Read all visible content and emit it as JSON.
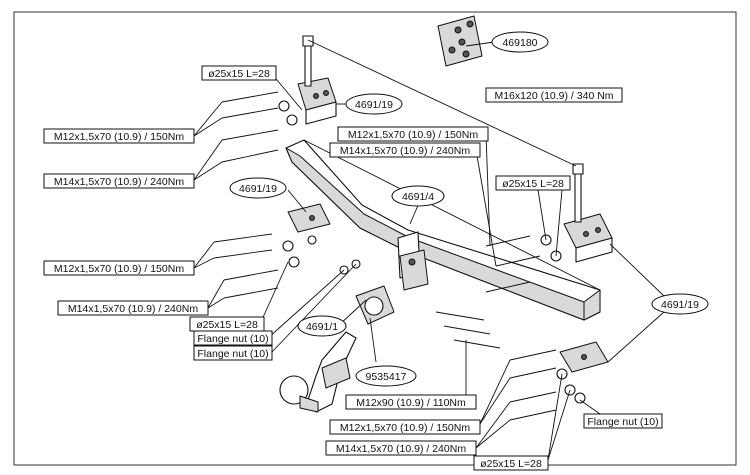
{
  "labels": {
    "kit_469180": "469180",
    "bolt_m16": "M16x120 (10.9) / 340 Nm",
    "bracket_left_top": "4691/19",
    "bracket_left_mid": "4691/19",
    "bracket_right": "4691/19",
    "crossbar": "4691/4",
    "ball_mount": "4691/1",
    "socket": "9535417",
    "spacer_top_left": "ø25x15 L=28",
    "spacer_right": "ø25x15 L=28",
    "spacer_mid_left": "ø25x15 L=28",
    "spacer_bottom": "ø25x15 L=28",
    "bolts_m12_top_left": "M12x1,5x70 (10.9) / 150Nm",
    "bolts_m14_top_left": "M14x1,5x70 (10.9) / 240Nm",
    "bolts_m12_center": "M12x1,5x70 (10.9) / 150Nm",
    "bolts_m14_center": "M14x1,5x70 (10.9) / 240Nm",
    "bolts_m12_mid_left": "M12x1,5x70 (10.9) / 150Nm",
    "bolts_m14_mid_left": "M14x1,5x70 (10.9) / 240Nm",
    "flange_nut_1": "Flange nut (10)",
    "flange_nut_2": "Flange nut (10)",
    "flange_nut_3": "Flange nut (10)",
    "bolts_m12x90": "M12x90 (10.9) / 110Nm",
    "bolts_m12_bottom": "M12x1,5x70 (10.9) / 150Nm",
    "bolts_m14_bottom": "M14x1,5x70 (10.9) / 240Nm"
  }
}
